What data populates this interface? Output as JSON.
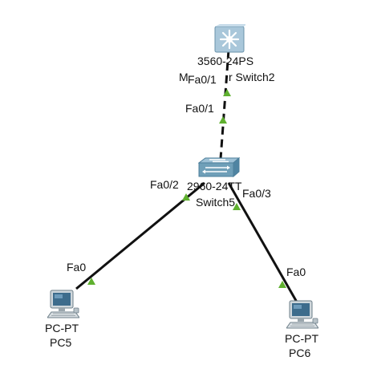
{
  "colors": {
    "link": "#111111",
    "link_status_up": "#5fb02f",
    "multilayer_switch_body": "#a9c7da",
    "switch_body": "#6f9fb8",
    "pc_screen": "#3d6c8c",
    "background": "#ffffff"
  },
  "devices": {
    "multilayer_switch": {
      "model": "3560-24PS",
      "name_partial_left": "M",
      "name_partial_right": "r Switch2",
      "icon": "multilayer-switch-icon"
    },
    "switch": {
      "model": "2960-24TT",
      "name": "Switch5",
      "icon": "switch-icon"
    },
    "pc_left": {
      "model": "PC-PT",
      "name": "PC5",
      "icon": "pc-icon"
    },
    "pc_right": {
      "model": "PC-PT",
      "name": "PC6",
      "icon": "pc-icon"
    }
  },
  "links": {
    "uplink": {
      "type": "crossover",
      "end_a_port": "Fa0/1",
      "end_b_port": "Fa0/1"
    },
    "link_pc5": {
      "type": "straight-through",
      "switch_port": "Fa0/2",
      "pc_port": "Fa0"
    },
    "link_pc6": {
      "type": "straight-through",
      "switch_port": "Fa0/3",
      "pc_port": "Fa0"
    }
  }
}
